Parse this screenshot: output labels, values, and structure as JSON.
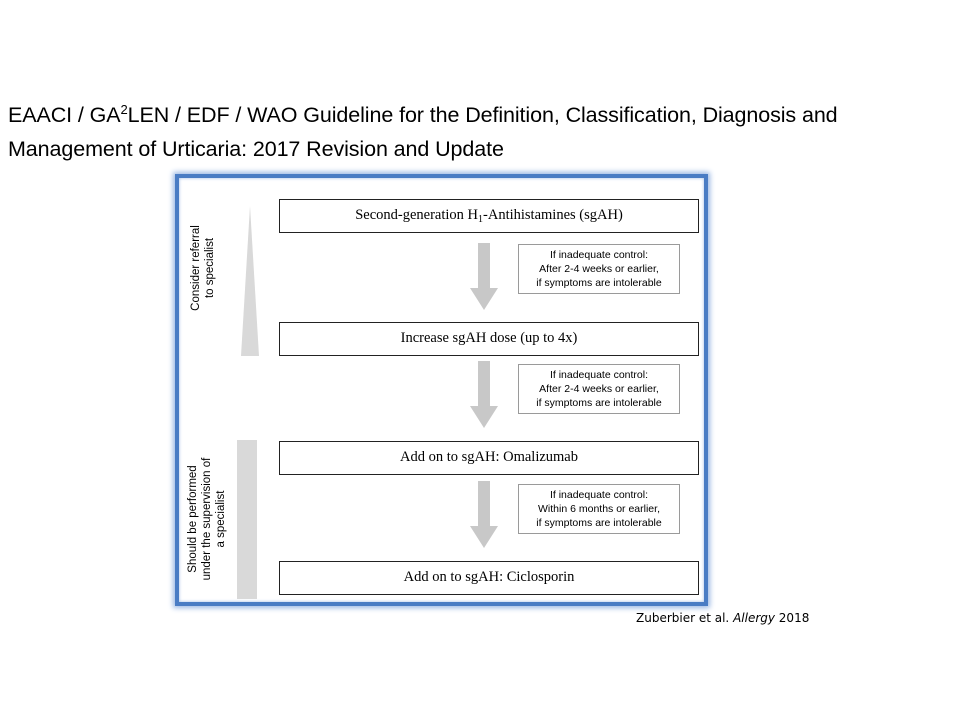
{
  "title": {
    "line1_pre": "EAACI / GA",
    "line1_sup": "2",
    "line1_post": "LEN / EDF / WAO Guideline for the Definition, Classification, Diagnosis and",
    "line2": "Management of Urticaria: 2017 Revision and Update"
  },
  "flowchart": {
    "steps": [
      {
        "pre": "Second-generation H",
        "sub": "1",
        "post": "-Antihistamines (sgAH)"
      },
      {
        "text": "Increase sgAH dose (up to 4x)"
      },
      {
        "text": "Add on to sgAH: Omalizumab"
      },
      {
        "text": "Add on to sgAH: Ciclosporin"
      }
    ],
    "notes": [
      {
        "lines": [
          "If inadequate control:",
          "After 2-4 weeks or earlier,",
          "if symptoms are intolerable"
        ]
      },
      {
        "lines": [
          "If inadequate control:",
          "After 2-4 weeks or earlier,",
          "if symptoms are intolerable"
        ]
      },
      {
        "lines": [
          "If inadequate control:",
          "Within 6 months or earlier,",
          "if symptoms are intolerable"
        ]
      }
    ],
    "side_labels": {
      "referral": [
        "Consider referral",
        "to specialist"
      ],
      "specialist": [
        "Should be performed",
        "under the supervision of",
        "a specialist"
      ]
    },
    "colors": {
      "arrow": "#c8c8c8",
      "frame": "#4a7cc4",
      "side_bar": "#d9d9d9"
    }
  },
  "citation": {
    "authors": "Zuberbier et al. ",
    "journal": "Allergy",
    "year": " 2018"
  }
}
